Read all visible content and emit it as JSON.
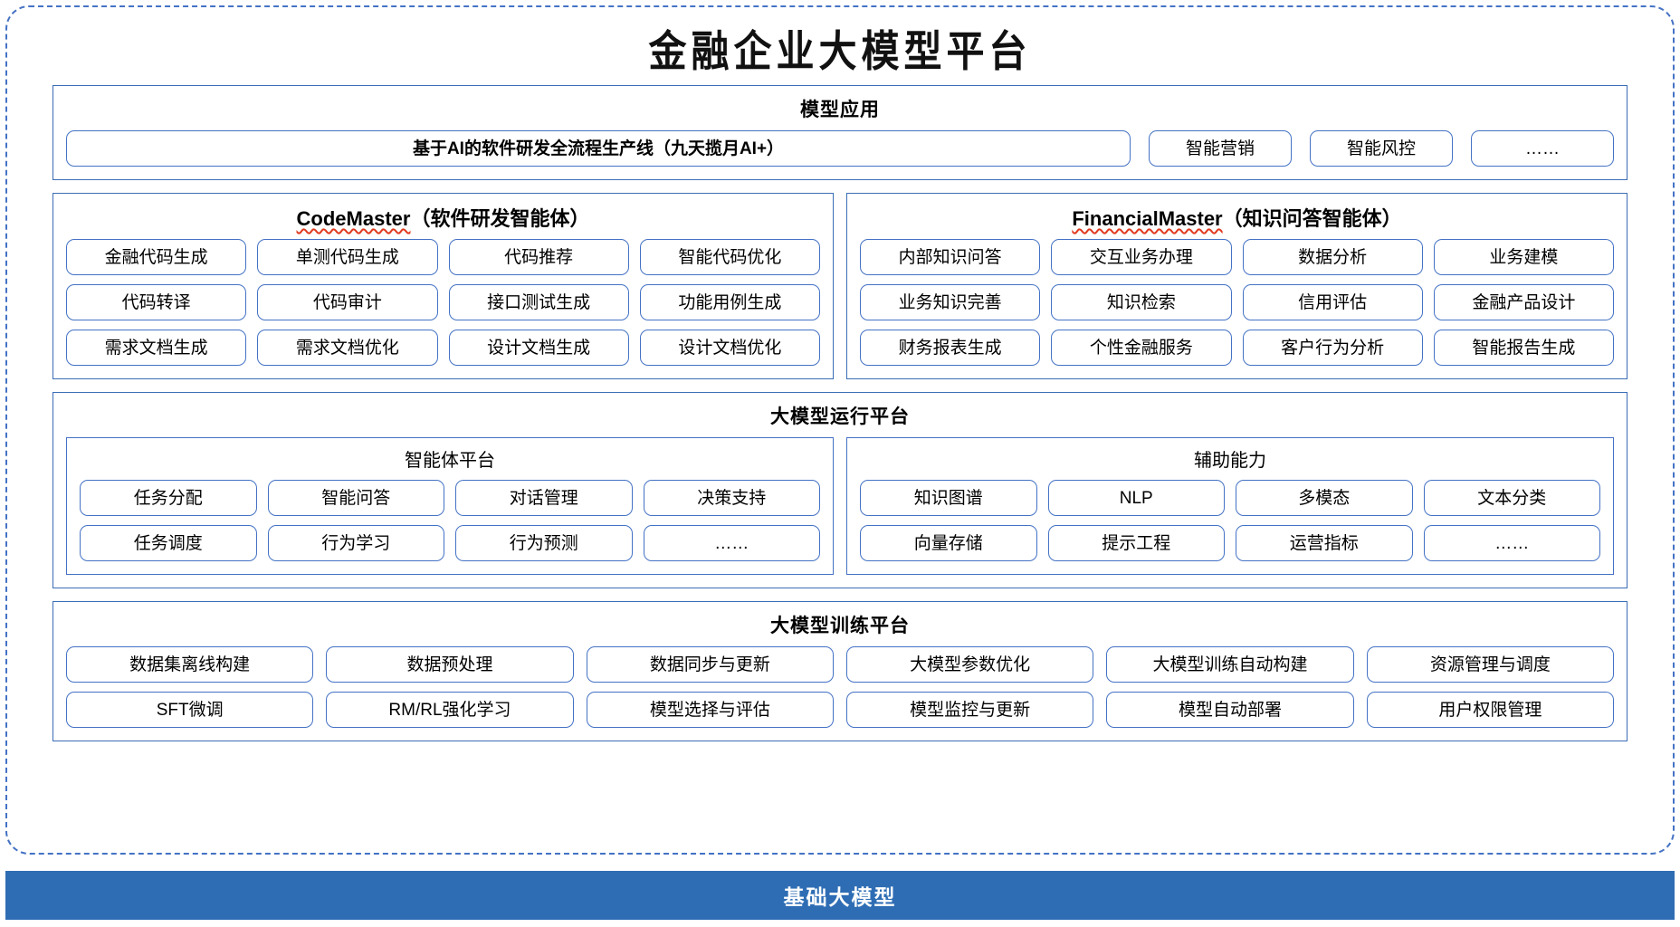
{
  "title": "金融企业大模型平台",
  "sections": {
    "model_application": {
      "heading": "模型应用",
      "main_pill": "基于AI的软件研发全流程生产线（九天揽月AI+）",
      "items": [
        "智能营销",
        "智能风控",
        "……"
      ]
    },
    "code_master": {
      "name": "CodeMaster",
      "suffix": "（软件研发智能体）",
      "items": [
        "金融代码生成",
        "单测代码生成",
        "代码推荐",
        "智能代码优化",
        "代码转译",
        "代码审计",
        "接口测试生成",
        "功能用例生成",
        "需求文档生成",
        "需求文档优化",
        "设计文档生成",
        "设计文档优化"
      ]
    },
    "financial_master": {
      "name": "FinancialMaster",
      "suffix": "（知识问答智能体）",
      "items": [
        "内部知识问答",
        "交互业务办理",
        "数据分析",
        "业务建模",
        "业务知识完善",
        "知识检索",
        "信用评估",
        "金融产品设计",
        "财务报表生成",
        "个性金融服务",
        "客户行为分析",
        "智能报告生成"
      ]
    },
    "runtime_platform": {
      "heading": "大模型运行平台",
      "agent_platform": {
        "heading": "智能体平台",
        "items": [
          "任务分配",
          "智能问答",
          "对话管理",
          "决策支持",
          "任务调度",
          "行为学习",
          "行为预测",
          "……"
        ]
      },
      "auxiliary": {
        "heading": "辅助能力",
        "items": [
          "知识图谱",
          "NLP",
          "多模态",
          "文本分类",
          "向量存储",
          "提示工程",
          "运营指标",
          "……"
        ]
      }
    },
    "training_platform": {
      "heading": "大模型训练平台",
      "items": [
        "数据集离线构建",
        "数据预处理",
        "数据同步与更新",
        "大模型参数优化",
        "大模型训练自动构建",
        "资源管理与调度",
        "SFT微调",
        "RM/RL强化学习",
        "模型选择与评估",
        "模型监控与更新",
        "模型自动部署",
        "用户权限管理"
      ]
    },
    "base_model": {
      "label": "基础大模型"
    }
  },
  "colors": {
    "border_blue": "#4472C4",
    "panel_border": "#3B6EB5",
    "base_bar": "#2E6DB4",
    "spellcheck_red": "#e03a1f"
  }
}
